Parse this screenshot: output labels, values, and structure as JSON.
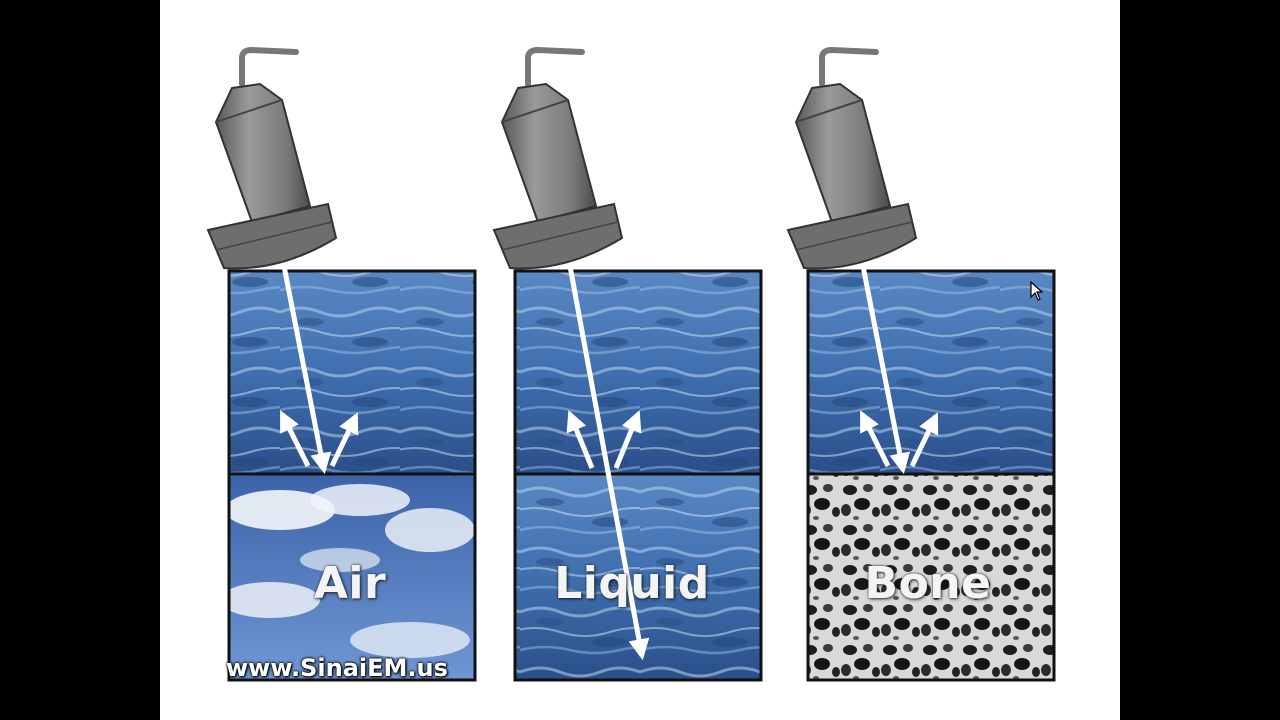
{
  "panels": [
    {
      "label": "Air",
      "lower_medium": "sky",
      "beam_passes_through": false,
      "reflected_arrows": 2
    },
    {
      "label": "Liquid",
      "lower_medium": "water",
      "beam_passes_through": true,
      "reflected_arrows": 2
    },
    {
      "label": "Bone",
      "lower_medium": "bone",
      "beam_passes_through": false,
      "reflected_arrows": 2
    }
  ],
  "watermark": "www.SinaiEM.us",
  "colors": {
    "background": "#ffffff",
    "letterbox": "#000000",
    "water": "#3f6fae",
    "sky": "#5f86c8",
    "probe": "#7a7a7a",
    "arrow": "#ffffff"
  },
  "icons": [
    "ultrasound-probe-icon",
    "mouse-cursor-icon"
  ]
}
